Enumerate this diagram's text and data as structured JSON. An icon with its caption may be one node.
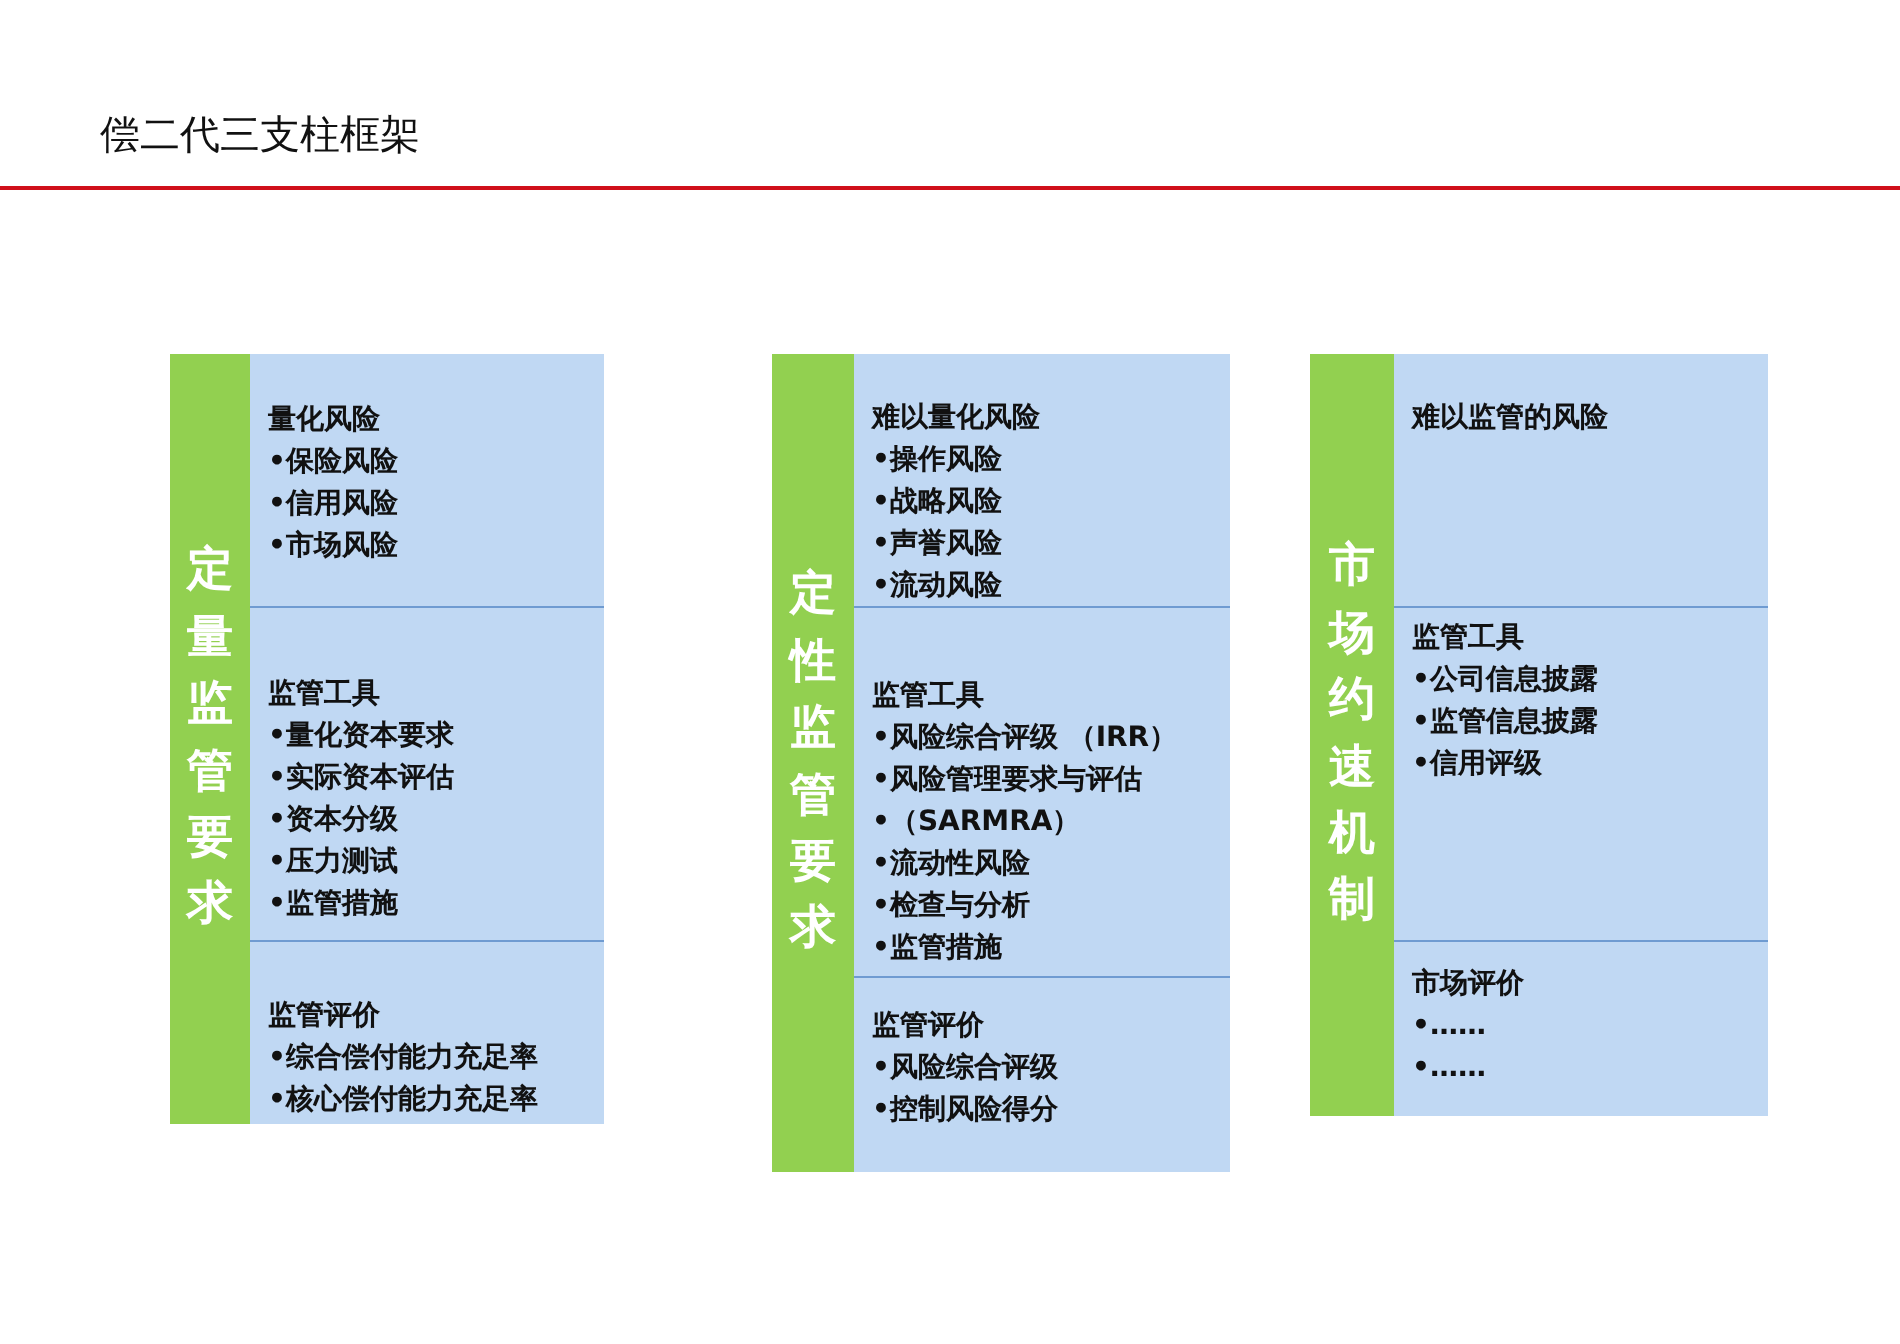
{
  "diagram": {
    "title": "偿二代三支柱框架",
    "nodes": [
      {
        "text": [
          "定量监管要求"
        ]
      },
      {
        "text": [
          "量化风险",
          "•保险风险",
          "•信用风险",
          "•市场风险"
        ]
      },
      {
        "text": [
          "监管工具",
          "•量化资本要求",
          "•实际资本评估",
          "•资本分级",
          "•压力测试",
          "•监管措施"
        ]
      },
      {
        "text": [
          "监管评价",
          "•综合偿付能力充足率",
          "•核心偿付能力充足率"
        ]
      },
      {
        "text": [
          "定性监管要求"
        ]
      },
      {
        "text": [
          "难以量化风险",
          "•操作风险",
          "•战略风险",
          "•声誉风险",
          "•流动风险"
        ]
      },
      {
        "text": [
          "监管工具",
          "•风险综合评级 （IRR）",
          "•风险管理要求与评估",
          "•（SARMRA）",
          "•流动性风险",
          "•检查与分析",
          "•监管措施"
        ]
      },
      {
        "text": [
          "监管评价",
          "•风险综合评级",
          "•控制风险得分"
        ]
      },
      {
        "text": [
          "市场约速机制"
        ]
      },
      {
        "text": [
          "难以监管的风险"
        ]
      },
      {
        "text": [
          "监管工具",
          "•公司信息披露",
          "•监管信息披露",
          "•信用评级"
        ]
      },
      {
        "text": [
          "市场评价",
          "•……",
          "•……"
        ]
      }
    ]
  }
}
